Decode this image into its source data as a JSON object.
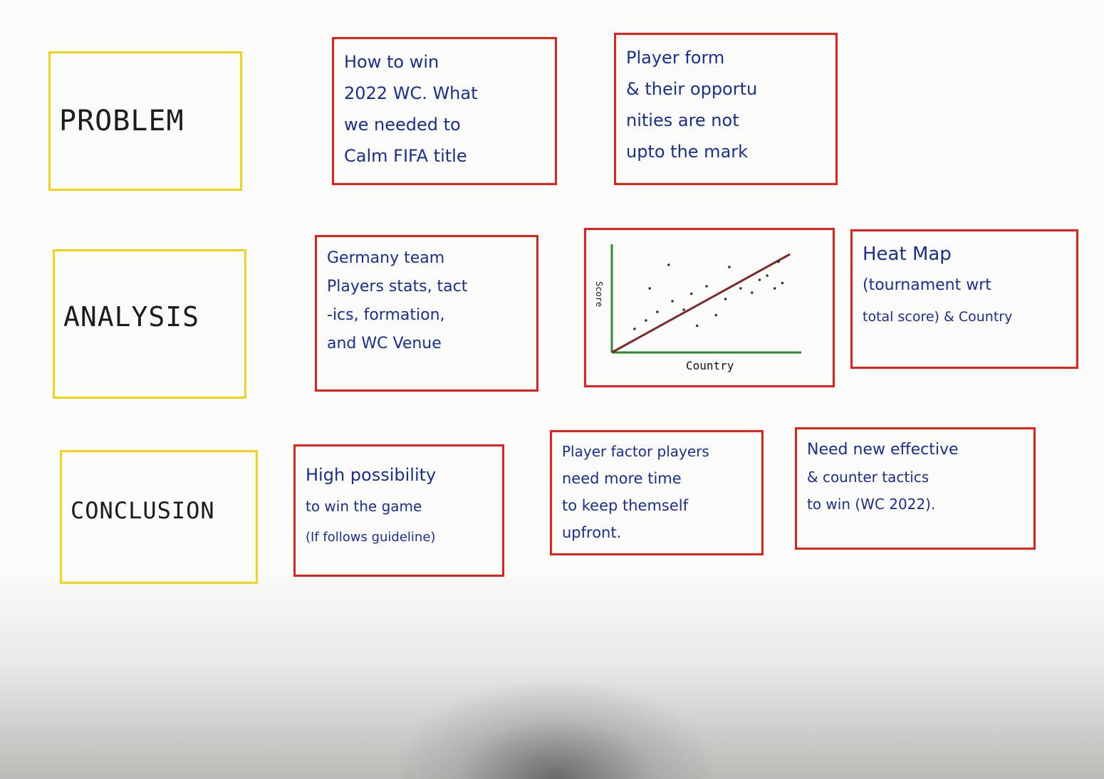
{
  "rows": {
    "problem": {
      "label": "PROBLEM",
      "cards": [
        [
          "How to win",
          "2022 WC. What",
          "we needed to",
          "Calm FIFA title"
        ],
        [
          "Player form",
          "& their opportu",
          "nities are not",
          "upto the mark"
        ]
      ]
    },
    "analysis": {
      "label": "ANALYSIS",
      "cards": [
        [
          "Germany team",
          "Players stats, tact",
          "-ics, formation,",
          "and WC Venue"
        ],
        [
          "Heat Map",
          "(tournament wrt",
          "total score) & Country"
        ]
      ]
    },
    "conclusion": {
      "label": "CONCLUSION",
      "cards": [
        [
          "High possibility",
          "to win the game",
          "(If follows guideline)"
        ],
        [
          "Player factor players",
          "need more time",
          "to keep themself",
          "upfront."
        ],
        [
          "Need new effective",
          "& counter tactics",
          "to win (WC 2022)."
        ]
      ]
    }
  },
  "chart_data": {
    "type": "scatter",
    "xlabel": "Country",
    "ylabel": "Score",
    "points": [
      [
        0.12,
        0.22
      ],
      [
        0.18,
        0.3
      ],
      [
        0.24,
        0.38
      ],
      [
        0.2,
        0.6
      ],
      [
        0.32,
        0.48
      ],
      [
        0.38,
        0.4
      ],
      [
        0.3,
        0.82
      ],
      [
        0.42,
        0.55
      ],
      [
        0.5,
        0.62
      ],
      [
        0.55,
        0.35
      ],
      [
        0.6,
        0.5
      ],
      [
        0.62,
        0.8
      ],
      [
        0.68,
        0.6
      ],
      [
        0.74,
        0.56
      ],
      [
        0.78,
        0.68
      ],
      [
        0.82,
        0.72
      ],
      [
        0.86,
        0.6
      ],
      [
        0.88,
        0.85
      ],
      [
        0.9,
        0.65
      ],
      [
        0.45,
        0.25
      ]
    ],
    "trend": [
      [
        0,
        0
      ],
      [
        0.94,
        0.92
      ]
    ],
    "colors": {
      "axis_y": "#2e8a2e",
      "axis_x": "#2e8a2e",
      "trend": "#7a2a2a",
      "points": "#333333"
    }
  }
}
